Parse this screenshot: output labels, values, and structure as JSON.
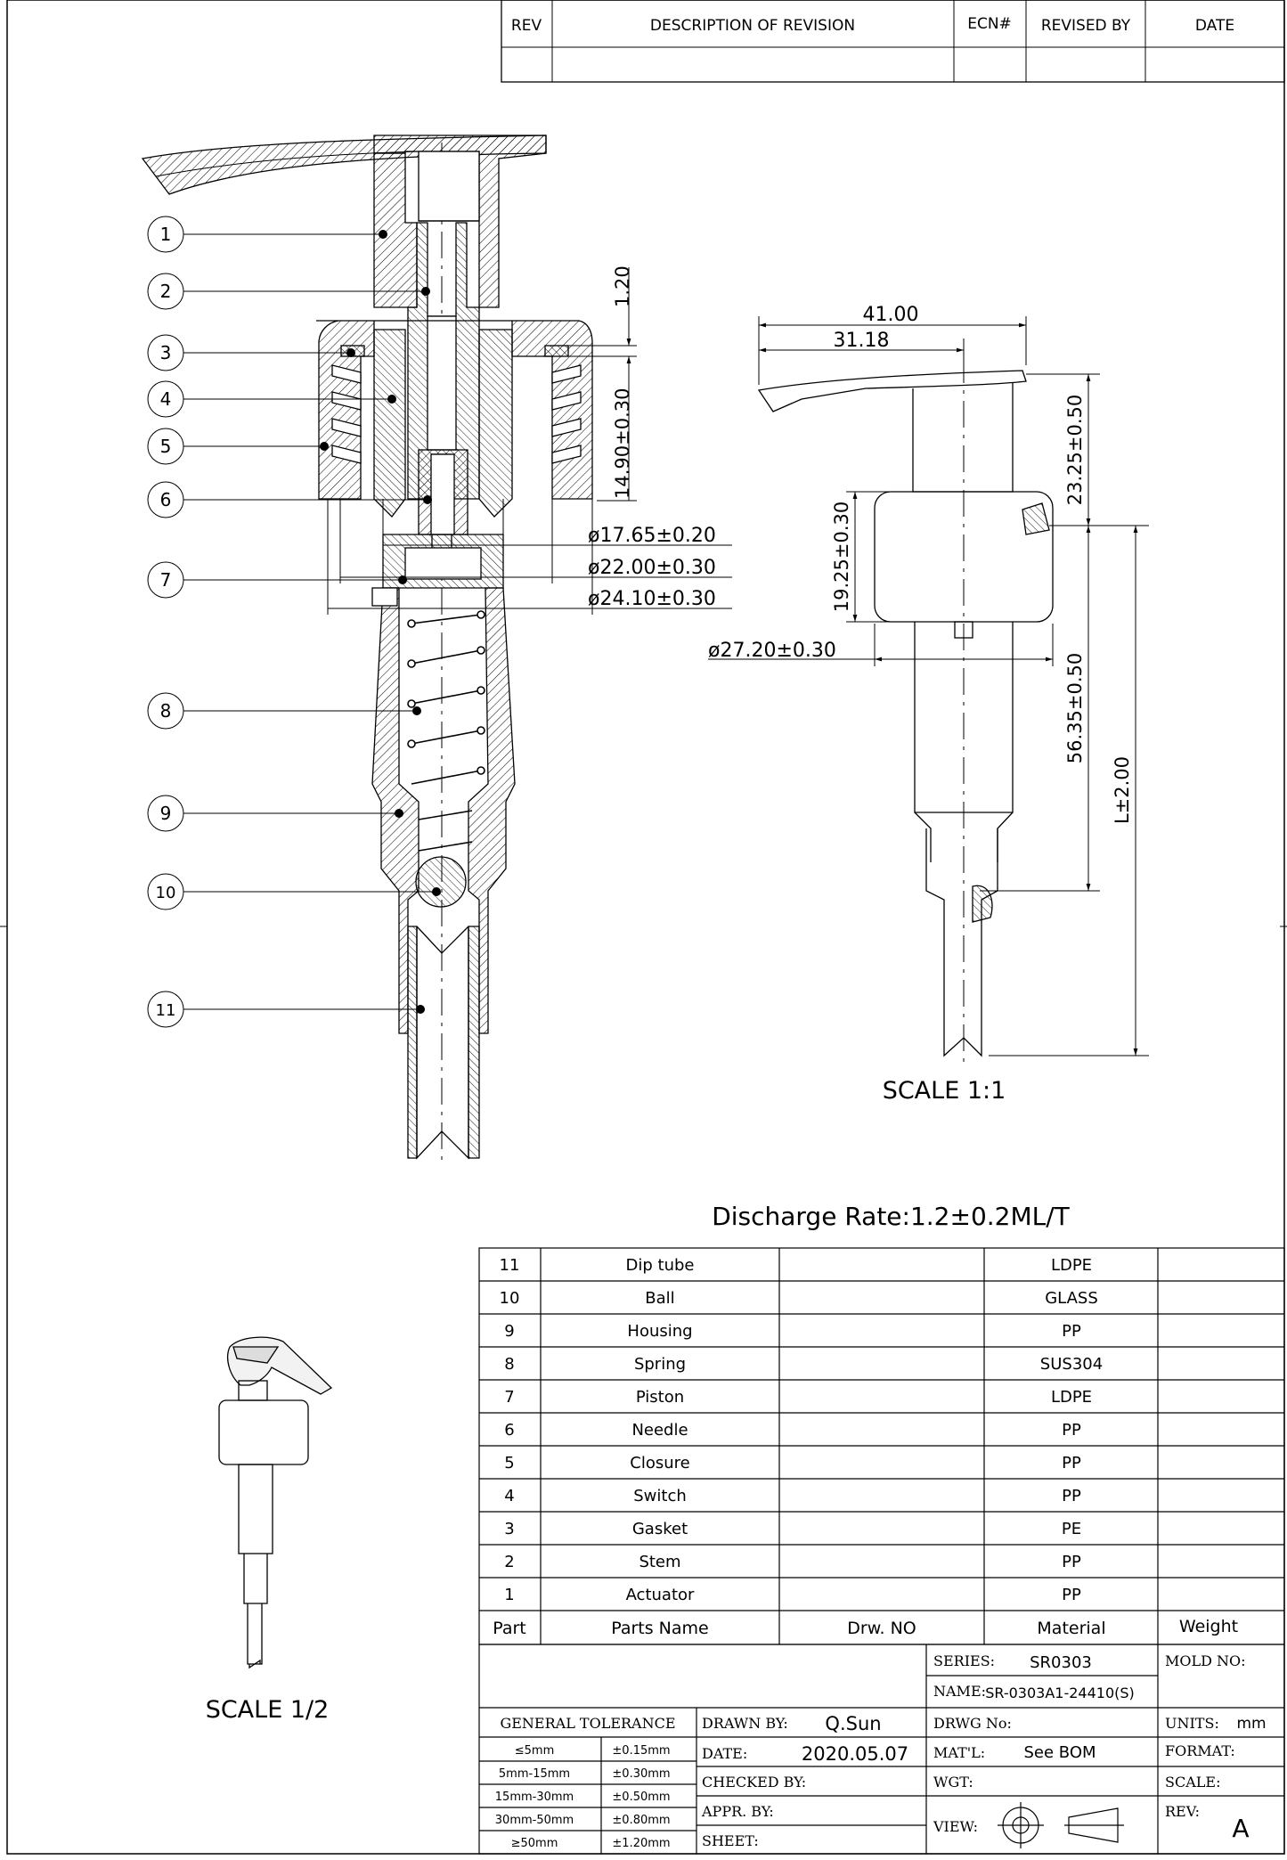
{
  "revision_table": {
    "headers": [
      "REV",
      "DESCRIPTION OF REVISION",
      "ECN#",
      "REVISED BY",
      "DATE"
    ]
  },
  "balloons": [
    "1",
    "2",
    "3",
    "4",
    "5",
    "6",
    "7",
    "8",
    "9",
    "10",
    "11"
  ],
  "section_dims": {
    "d1": "1.20",
    "d2": "14.90±0.30",
    "d3": "ø17.65±0.20",
    "d4": "ø22.00±0.30",
    "d5": "ø24.10±0.30"
  },
  "side_dims": {
    "w1": "41.00",
    "w2": "31.18",
    "h1": "23.25±0.50",
    "h2": "19.25±0.30",
    "h3": "56.35±0.50",
    "h4": "L±2.00",
    "dia": "ø27.20±0.30",
    "scale": "SCALE  1:1"
  },
  "iso_scale": "SCALE  1/2",
  "discharge_rate": "Discharge  Rate:1.2±0.2ML/T",
  "bom": {
    "rows": [
      {
        "part": "11",
        "name": "Dip  tube",
        "drw": "",
        "material": "LDPE",
        "weight": ""
      },
      {
        "part": "10",
        "name": "Ball",
        "drw": "",
        "material": "GLASS",
        "weight": ""
      },
      {
        "part": "9",
        "name": "Housing",
        "drw": "",
        "material": "PP",
        "weight": ""
      },
      {
        "part": "8",
        "name": "Spring",
        "drw": "",
        "material": "SUS304",
        "weight": ""
      },
      {
        "part": "7",
        "name": "Piston",
        "drw": "",
        "material": "LDPE",
        "weight": ""
      },
      {
        "part": "6",
        "name": "Needle",
        "drw": "",
        "material": "PP",
        "weight": ""
      },
      {
        "part": "5",
        "name": "Closure",
        "drw": "",
        "material": "PP",
        "weight": ""
      },
      {
        "part": "4",
        "name": "Switch",
        "drw": "",
        "material": "PP",
        "weight": ""
      },
      {
        "part": "3",
        "name": "Gasket",
        "drw": "",
        "material": "PE",
        "weight": ""
      },
      {
        "part": "2",
        "name": "Stem",
        "drw": "",
        "material": "PP",
        "weight": ""
      },
      {
        "part": "1",
        "name": "Actuator",
        "drw": "",
        "material": "PP",
        "weight": ""
      }
    ],
    "header": {
      "part": "Part",
      "name": "Parts  Name",
      "drw": "Drw.  NO",
      "material": "Material",
      "weight": "Weight"
    }
  },
  "title_block": {
    "series_label": "SERIES:",
    "series_value": "SR0303",
    "name_label": "NAME:",
    "name_value": "SR-0303A1-24410(S)",
    "mold_label": "MOLD NO:",
    "tolerance_title": "GENERAL  TOLERANCE",
    "tolerances": [
      {
        "range": "≤5mm",
        "tol": "±0.15mm"
      },
      {
        "range": "5mm-15mm",
        "tol": "±0.30mm"
      },
      {
        "range": "15mm-30mm",
        "tol": "±0.50mm"
      },
      {
        "range": "30mm-50mm",
        "tol": "±0.80mm"
      },
      {
        "range": "≥50mm",
        "tol": "±1.20mm"
      }
    ],
    "drawn_by_label": "DRAWN  BY:",
    "drawn_by_value": "Q.Sun",
    "date_label": "DATE:",
    "date_value": "2020.05.07",
    "checked_by_label": "CHECKED  BY:",
    "appr_by_label": "APPR.  BY:",
    "sheet_label": "SHEET:",
    "drwg_label": "DRWG  No:",
    "matl_label": "MAT'L:",
    "matl_value": "See  BOM",
    "wgt_label": "WGT:",
    "view_label": "VIEW:",
    "units_label": "UNITS:",
    "units_value": "mm",
    "format_label": "FORMAT:",
    "scale_label": "SCALE:",
    "rev_label": "REV:",
    "rev_value": "A"
  }
}
